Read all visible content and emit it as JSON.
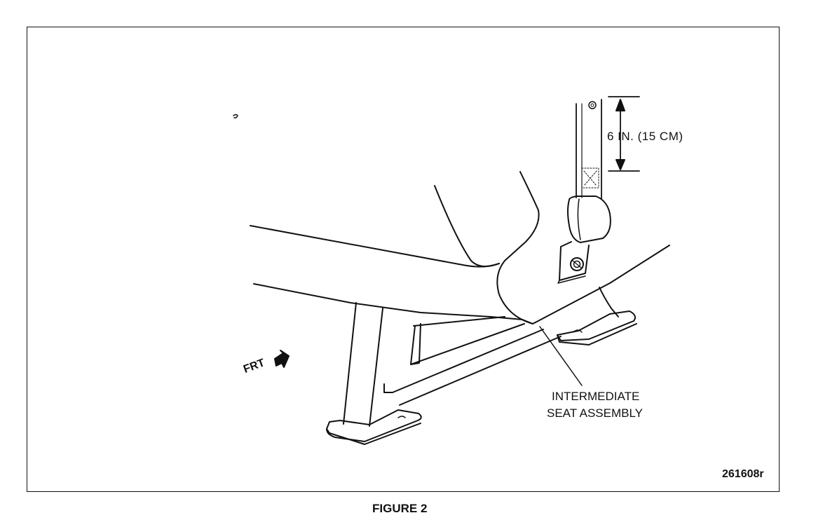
{
  "figure": {
    "caption": "FIGURE 2",
    "code": "261608r"
  },
  "labels": {
    "dimension": "6 IN. (15 CM)",
    "seat_line1": "INTERMEDIATE",
    "seat_line2": "SEAT ASSEMBLY",
    "front": "FRT"
  }
}
